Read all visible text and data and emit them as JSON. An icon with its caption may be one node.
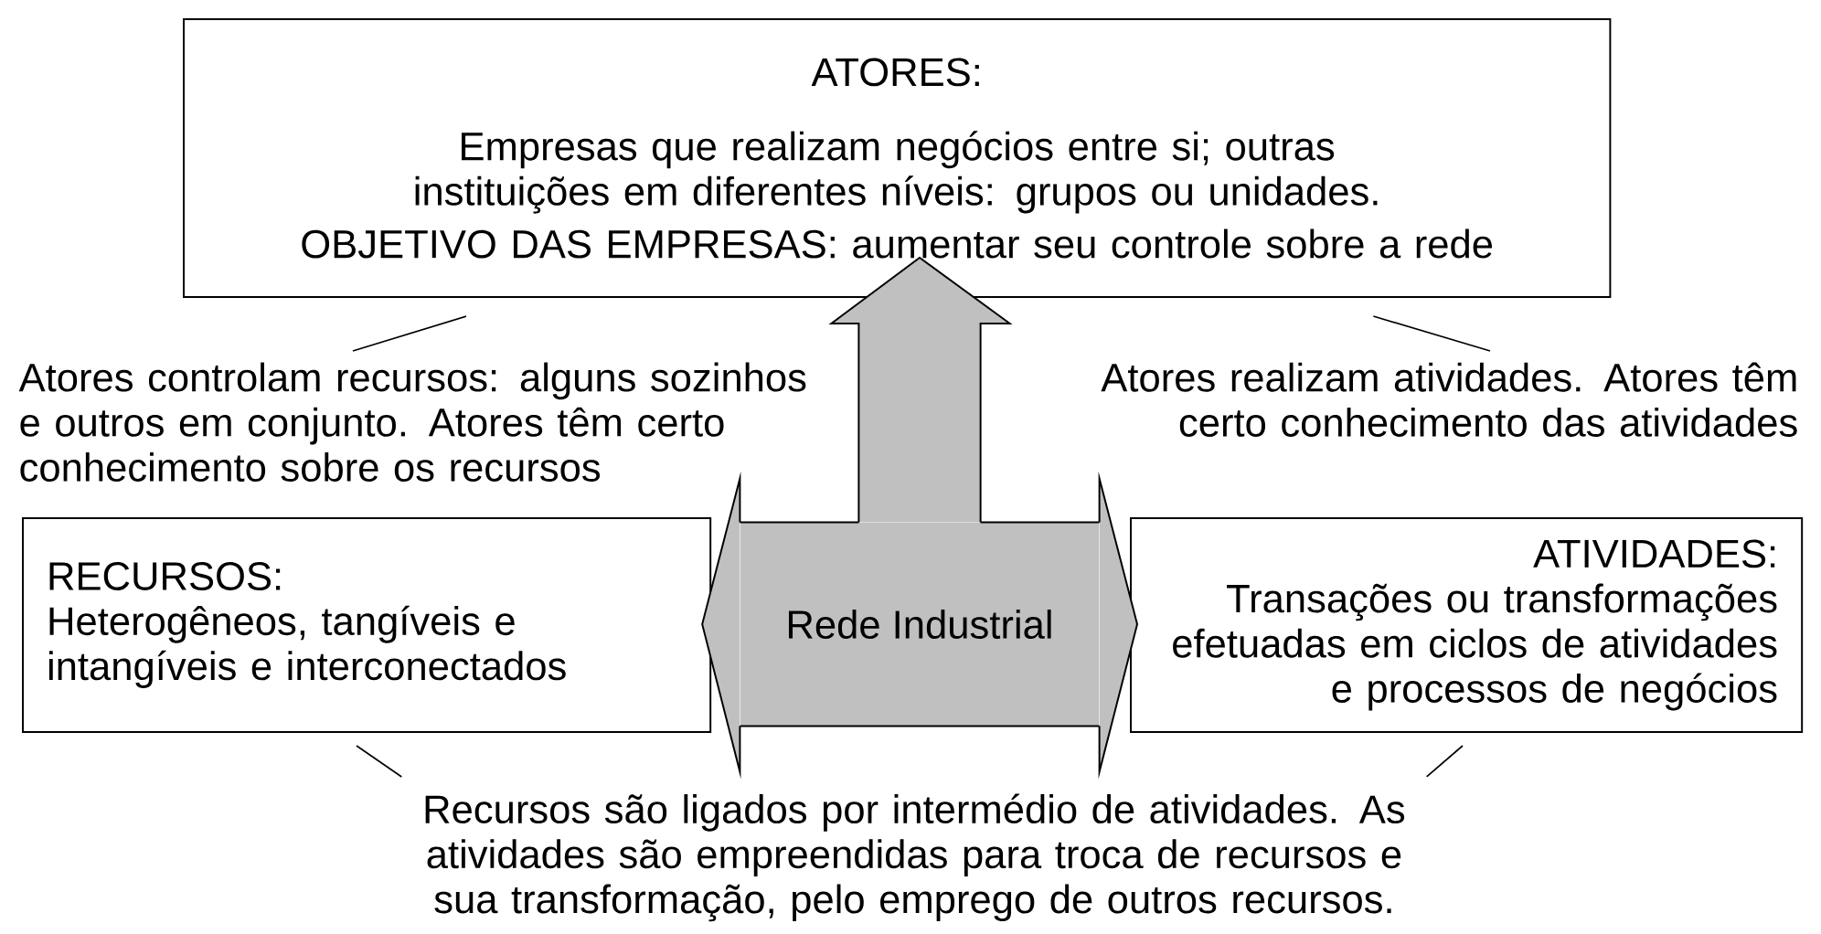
{
  "diagram": {
    "nodes": [
      {
        "text": [
          "ATORES:",
          "Empresas que realizam negócios entre si; outras instituições em diferentes níveis: grupos ou unidades.",
          "OBJETIVO DAS EMPRESAS: aumentar seu controle sobre a rede"
        ]
      },
      {
        "text": [
          "RECURSOS:",
          "Heterogêneos, tangíveis e intangíveis e interconectados"
        ]
      },
      {
        "text": [
          "ATIVIDADES:",
          "Transações ou transformações efetuadas em ciclos de atividades e processos de negócios"
        ]
      },
      {
        "text": [
          "Rede Industrial"
        ]
      },
      {
        "text": [
          "Atores controlam recursos: alguns sozinhos e outros em conjunto. Atores têm certo conhecimento sobre os recursos"
        ]
      },
      {
        "text": [
          "Atores realizam atividades. Atores têm certo conhecimento das atividades"
        ]
      },
      {
        "text": [
          "Recursos são ligados por intermédio de atividades. As atividades são empreendidas para troca de recursos e sua transformação, pelo emprego de outros recursos."
        ]
      }
    ],
    "edges": [
      {
        "from": 3,
        "to": 0,
        "arrow": "to"
      },
      {
        "from": 3,
        "to": 1,
        "arrow": "to"
      },
      {
        "from": 3,
        "to": 2,
        "arrow": "to"
      },
      {
        "from": 4,
        "to": 0,
        "arrow": "none"
      },
      {
        "from": 5,
        "to": 0,
        "arrow": "none"
      },
      {
        "from": 6,
        "to": 1,
        "arrow": "none"
      },
      {
        "from": 6,
        "to": 2,
        "arrow": "none"
      }
    ]
  }
}
